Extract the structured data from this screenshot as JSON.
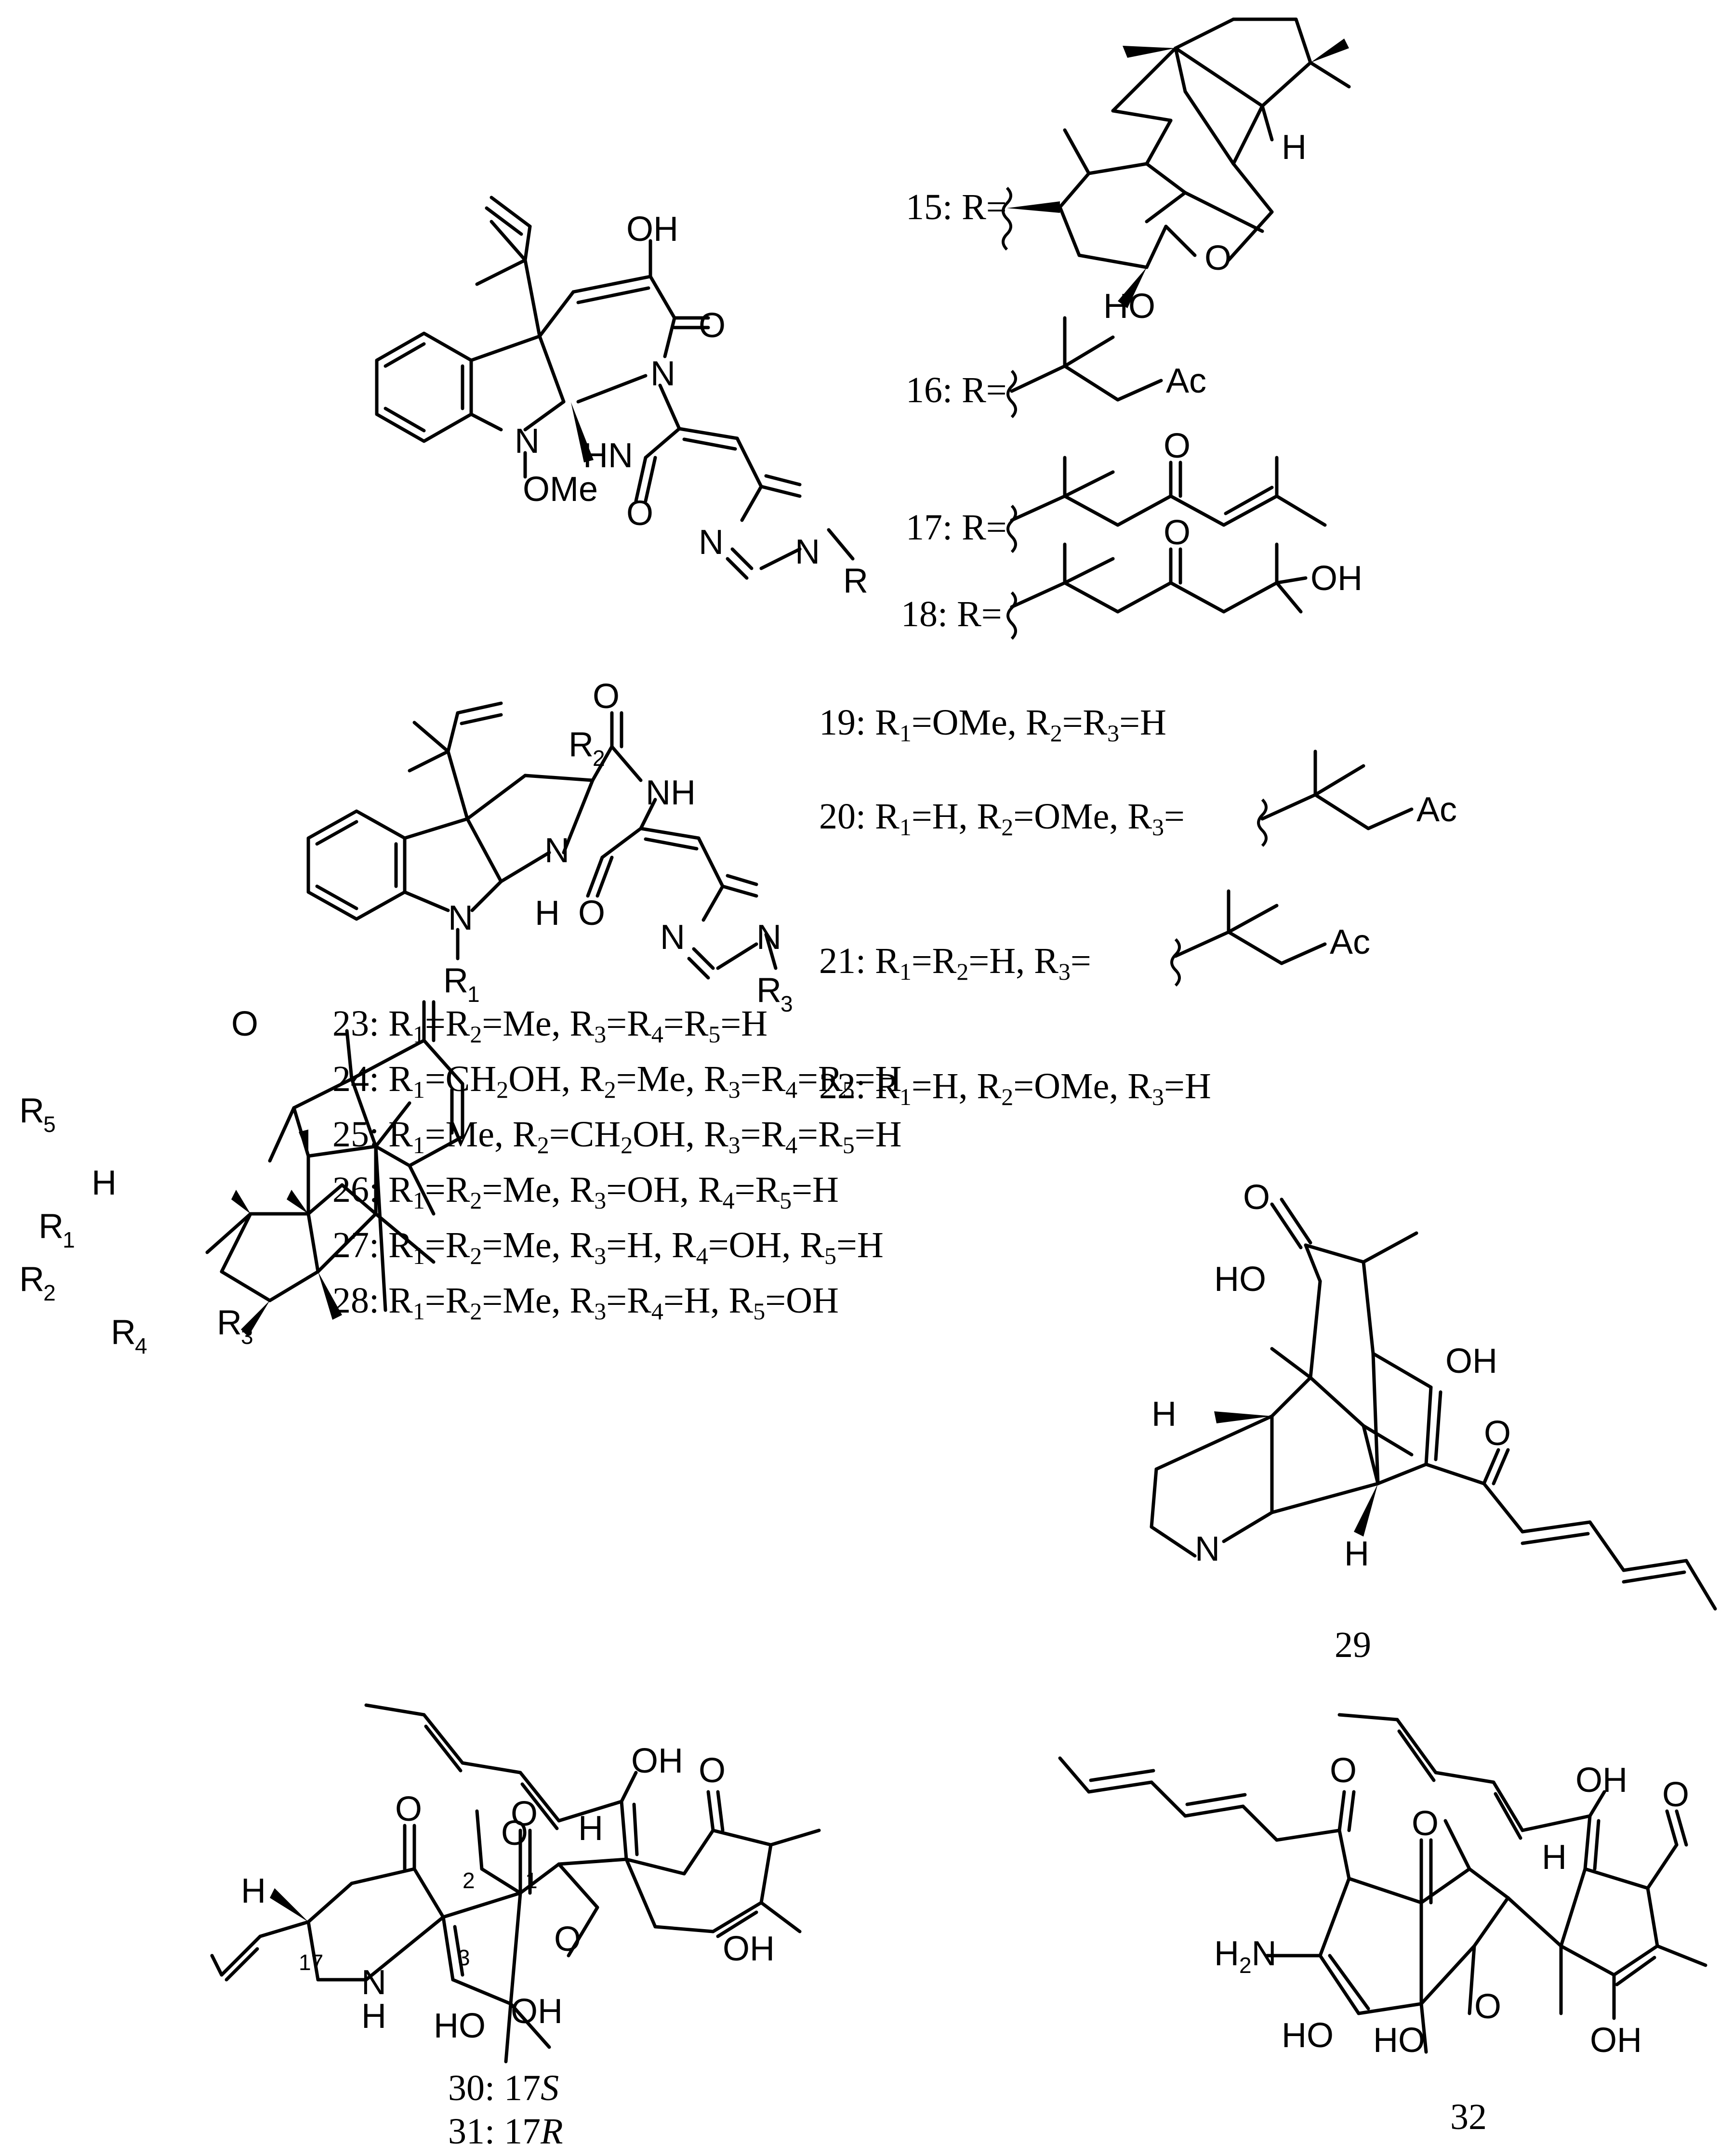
{
  "series_15_18": {
    "labels": [
      "15: R=",
      "16: R=",
      "17: R=",
      " 18: R="
    ],
    "atoms": {
      "h": "H",
      "ho": "HO",
      "o": "O",
      "ac": "Ac",
      "o17": "O",
      "o18": "O",
      "oh18": "OH"
    }
  },
  "compound_top": {
    "atoms": {
      "oh": "OH",
      "o1": "O",
      "n1": "N",
      "n_ome": "N",
      "ome": "OMe",
      "hn": "HN",
      "o2": "O",
      "n_im1": "N",
      "n_im2": "N",
      "r": "R"
    }
  },
  "series_19_22": {
    "lines": [
      {
        "pre": "19: R",
        "s1": "1",
        "m1": "=OMe, R",
        "s2": "2",
        "m2": "=R",
        "s3": "3",
        "post": "=H"
      },
      {
        "pre": "20: R",
        "s1": "1",
        "m1": "=H, R",
        "s2": "2",
        "m2": "=OMe, R",
        "s3": "3",
        "post": "="
      },
      {
        "pre": "21: R",
        "s1": "1",
        "m1": "=R",
        "s2": "2",
        "m2": "=H, R",
        "s3": "3",
        "post": "="
      },
      {
        "pre": "22: R",
        "s1": "1",
        "m1": "=H, R",
        "s2": "2",
        "m2": "=OMe, R",
        "s3": "3",
        "post": "=H"
      }
    ],
    "ac20": "Ac",
    "ac21": "Ac",
    "atoms": {
      "r2": "R",
      "r2s": "2",
      "o1": "O",
      "nh": "NH",
      "n1": "N",
      "n2": "N",
      "h": "H",
      "o2": "O",
      "r1": "R",
      "r1s": "1",
      "n_im1": "N",
      "n_im2": "N",
      "r3": "R",
      "r3s": "3"
    }
  },
  "series_23_28": {
    "lines": [
      {
        "a": "23: R",
        "b": "1",
        "c": "=R",
        "d": "2",
        "e": "=Me, R",
        "f": "3",
        "g": "=R",
        "h": "4",
        "i": "=R",
        "j": "5",
        "k": "=H"
      },
      {
        "a": "24: R",
        "b": "1",
        "c": "=CH",
        "d": "2",
        "e": "OH, R",
        "f": "2",
        "g": "=Me, R",
        "h": "3",
        "i": "=R",
        "j": "4",
        "k": "=R",
        "l": "5",
        "m": "=H"
      },
      {
        "a": "25: R",
        "b": "1",
        "c": "=Me, R",
        "d": "2",
        "e": "=CH",
        "f": "2",
        "g": "OH, R",
        "h": "3",
        "i": "=R",
        "j": "4",
        "k": "=R",
        "l": "5",
        "m": "=H"
      },
      {
        "a": "26: R",
        "b": "1",
        "c": "=R",
        "d": "2",
        "e": "=Me, R",
        "f": "3",
        "g": "=OH, R",
        "h": "4",
        "i": "=R",
        "j": "5",
        "k": "=H"
      },
      {
        "a": "27: R",
        "b": "1",
        "c": "=R",
        "d": "2",
        "e": "=Me, R",
        "f": "3",
        "g": "=H, R",
        "h": "4",
        "i": "=OH, R",
        "j": "5",
        "k": "=H"
      },
      {
        "a": "28: R",
        "b": "1",
        "c": "=R",
        "d": "2",
        "e": "=Me, R",
        "f": "3",
        "g": "=R",
        "h": "4",
        "i": "=H, R",
        "j": "5",
        "k": "=OH"
      }
    ],
    "atoms": {
      "o": "O",
      "r5": "R",
      "r5s": "5",
      "h": "H",
      "r1": "R",
      "r1s": "1",
      "r2": "R",
      "r2s": "2",
      "r4": "R",
      "r4s": "4",
      "r3": "R",
      "r3s": "3"
    }
  },
  "compound_29": {
    "label": "29",
    "atoms": {
      "o1": "O",
      "ho": "HO",
      "oh": "OH",
      "h1": "H",
      "o2": "O",
      "n": "N",
      "h2": "H"
    }
  },
  "compound_30_31": {
    "label30": "30: 17",
    "label30_it": "S",
    "label31": "31: 17",
    "label31_it": "R",
    "atoms": {
      "oh1": "OH",
      "o1": "O",
      "o2": "O",
      "o3": "O",
      "o4": "O",
      "h1": "H",
      "h2": "H",
      "n": "N",
      "h3": "H",
      "o5": "O",
      "oh2": "OH",
      "ho": "HO",
      "oh3": "OH",
      "c2": "2",
      "c1": "1",
      "c3": "3",
      "c17": "17"
    }
  },
  "compound_32": {
    "label": "32",
    "atoms": {
      "oh1": "OH",
      "o1": "O",
      "o2": "O",
      "o3": "O",
      "h": "H",
      "h2n": "H",
      "h2n_s": "2",
      "h2n_n": "N",
      "ho1": "HO",
      "ho2": "HO",
      "o4": "O",
      "oh2": "OH"
    }
  }
}
